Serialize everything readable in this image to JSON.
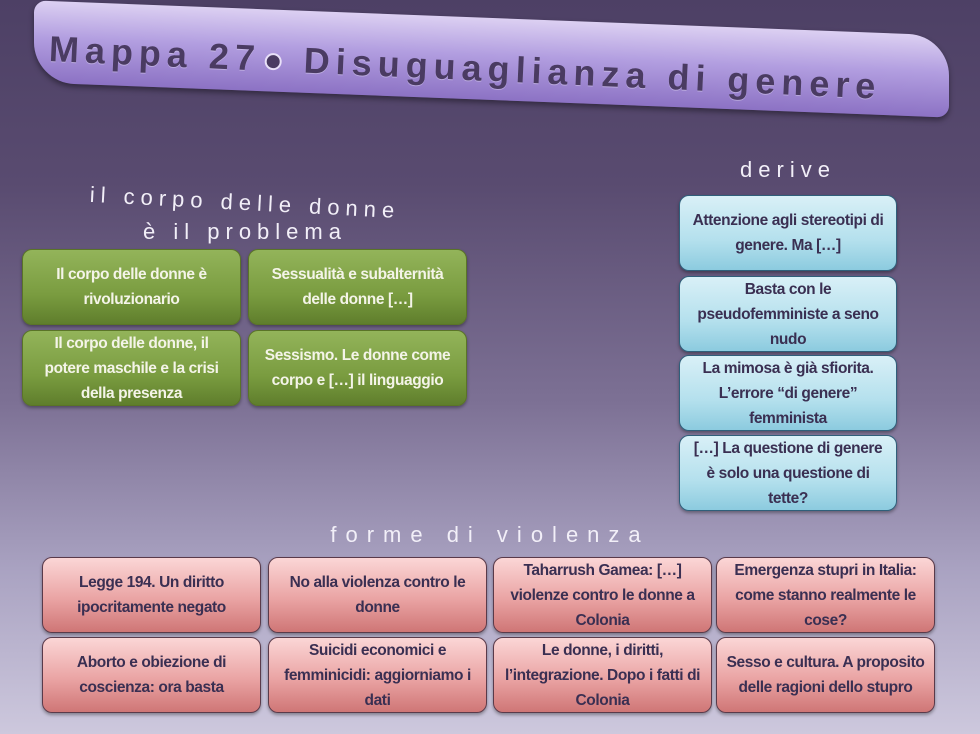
{
  "title": {
    "prefix": "Mappa 27",
    "main": "Disuguaglianza di genere"
  },
  "sections": {
    "corpo": {
      "line1": "il corpo delle donne",
      "line2": "è il problema",
      "items": [
        "Il corpo delle donne è rivoluzionario",
        "Sessualità e subalternità delle donne […]",
        "Il corpo delle donne, il potere maschile e la crisi della presenza",
        "Sessismo. Le donne come corpo e […] il linguaggio"
      ]
    },
    "derive": {
      "label": "derive",
      "items": [
        "Attenzione agli stereotipi di genere. Ma […]",
        "Basta con le pseudofemministe a seno nudo",
        "La mimosa è già sfiorita. L’errore “di genere” femminista",
        "[…] La questione di genere è solo una questione di tette?"
      ]
    },
    "violenza": {
      "label": "forme di violenza",
      "items": [
        "Legge 194. Un diritto ipocritamente negato",
        "No alla violenza contro le donne",
        "Taharrush Gamea: […] violenze contro le donne a Colonia",
        "Emergenza stupri in Italia: come stanno realmente le cose?",
        "Aborto e obiezione di coscienza: ora basta",
        "Suicidi economici e femminicidi: aggiorniamo i dati",
        "Le donne, i diritti, l’integrazione. Dopo i fatti di Colonia",
        "Sesso e cultura. A proposito delle ragioni dello stupro"
      ]
    }
  },
  "colors": {
    "green": "#7a9c40",
    "blue": "#b4e0ed",
    "red": "#eaa4a4",
    "banner": "#b29ee0",
    "text": "#3a2f52"
  }
}
